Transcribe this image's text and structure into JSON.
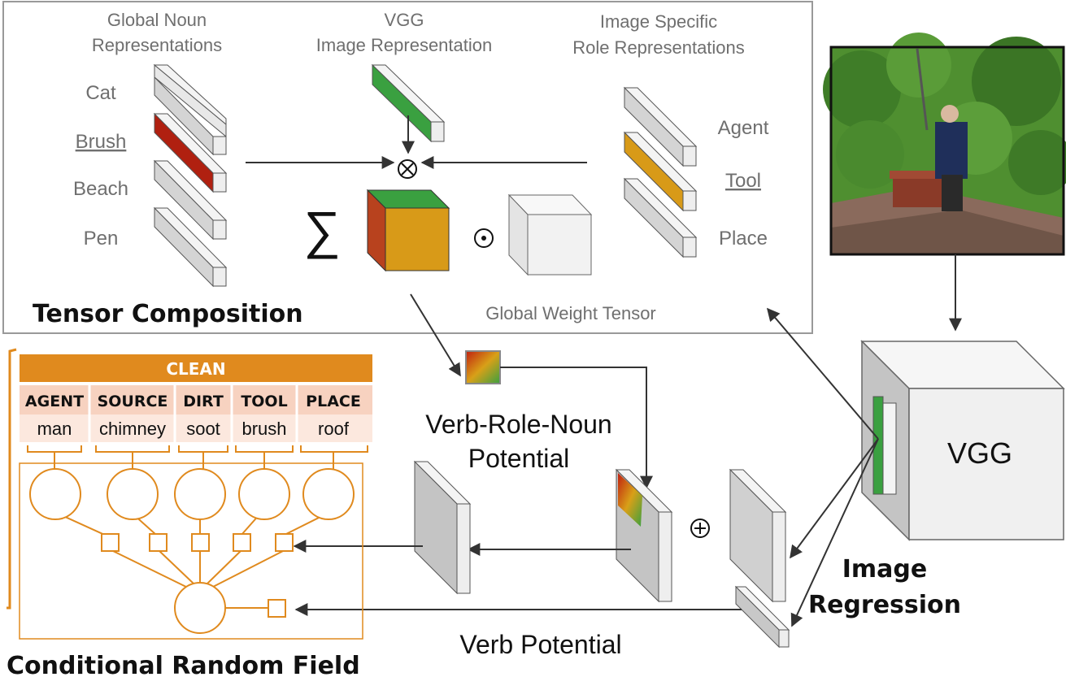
{
  "tensor_section": {
    "title": "Tensor Composition",
    "global_noun_header": [
      "Global Noun",
      "Representations"
    ],
    "vgg_header": [
      "VGG",
      "Image Representation"
    ],
    "role_header": [
      "Image Specific",
      "Role Representations"
    ],
    "nouns": [
      "Cat",
      "Brush",
      "Beach",
      "Pen"
    ],
    "roles": [
      "Agent",
      "Tool",
      "Place"
    ],
    "sum_symbol": "∑",
    "otimes_symbol": "⊗",
    "odot_symbol": "⊙",
    "weight_tensor_label": "Global Weight Tensor"
  },
  "vgg_box_label": "VGG",
  "image_regression_label": [
    "Image",
    "Regression"
  ],
  "verb_role_noun_label": [
    "Verb-Role-Noun",
    "Potential"
  ],
  "verb_potential_label": "Verb Potential",
  "oplus_symbol": "⊕",
  "frame": {
    "verb": "CLEAN",
    "roles": [
      "AGENT",
      "SOURCE",
      "DIRT",
      "TOOL",
      "PLACE"
    ],
    "nouns": [
      "man",
      "chimney",
      "soot",
      "brush",
      "roof"
    ]
  },
  "crf_title": "Conditional Random Field",
  "colors": {
    "orange": "#e08a1e",
    "green": "#3aa040",
    "red": "#b02010",
    "gold": "#d89a18",
    "role_row": "#f7d2c0",
    "noun_row": "#fce8de"
  }
}
